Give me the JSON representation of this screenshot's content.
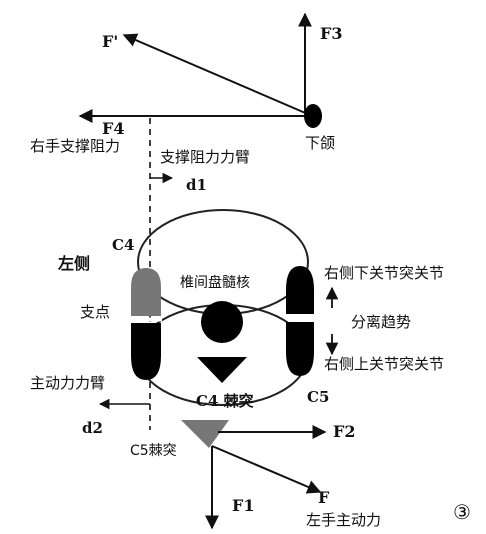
{
  "labels": {
    "f_prime": "F'",
    "f3": "F3",
    "f4": "F4",
    "lower_jaw": "下颌",
    "right_hand_support_resistance": "右手支撑阻力",
    "support_resistance_arm": "支撑阻力力臂",
    "d1": "d1",
    "c4": "C4",
    "left_side": "左侧",
    "nucleus_pulposus": "椎间盘髓核",
    "right_lower_facet": "右侧下关节突关节",
    "fulcrum": "支点",
    "separation_tendency": "分离趋势",
    "right_upper_facet": "右侧上关节突关节",
    "active_force_arm": "主动力力臂",
    "c4_spinous": "C4 棘突",
    "c5": "C5",
    "d2": "d2",
    "f2": "F2",
    "c5_spinous": "C5棘突",
    "f": "F",
    "f1": "F1",
    "left_hand_active_force": "左手主动力",
    "figure_number": "③"
  }
}
